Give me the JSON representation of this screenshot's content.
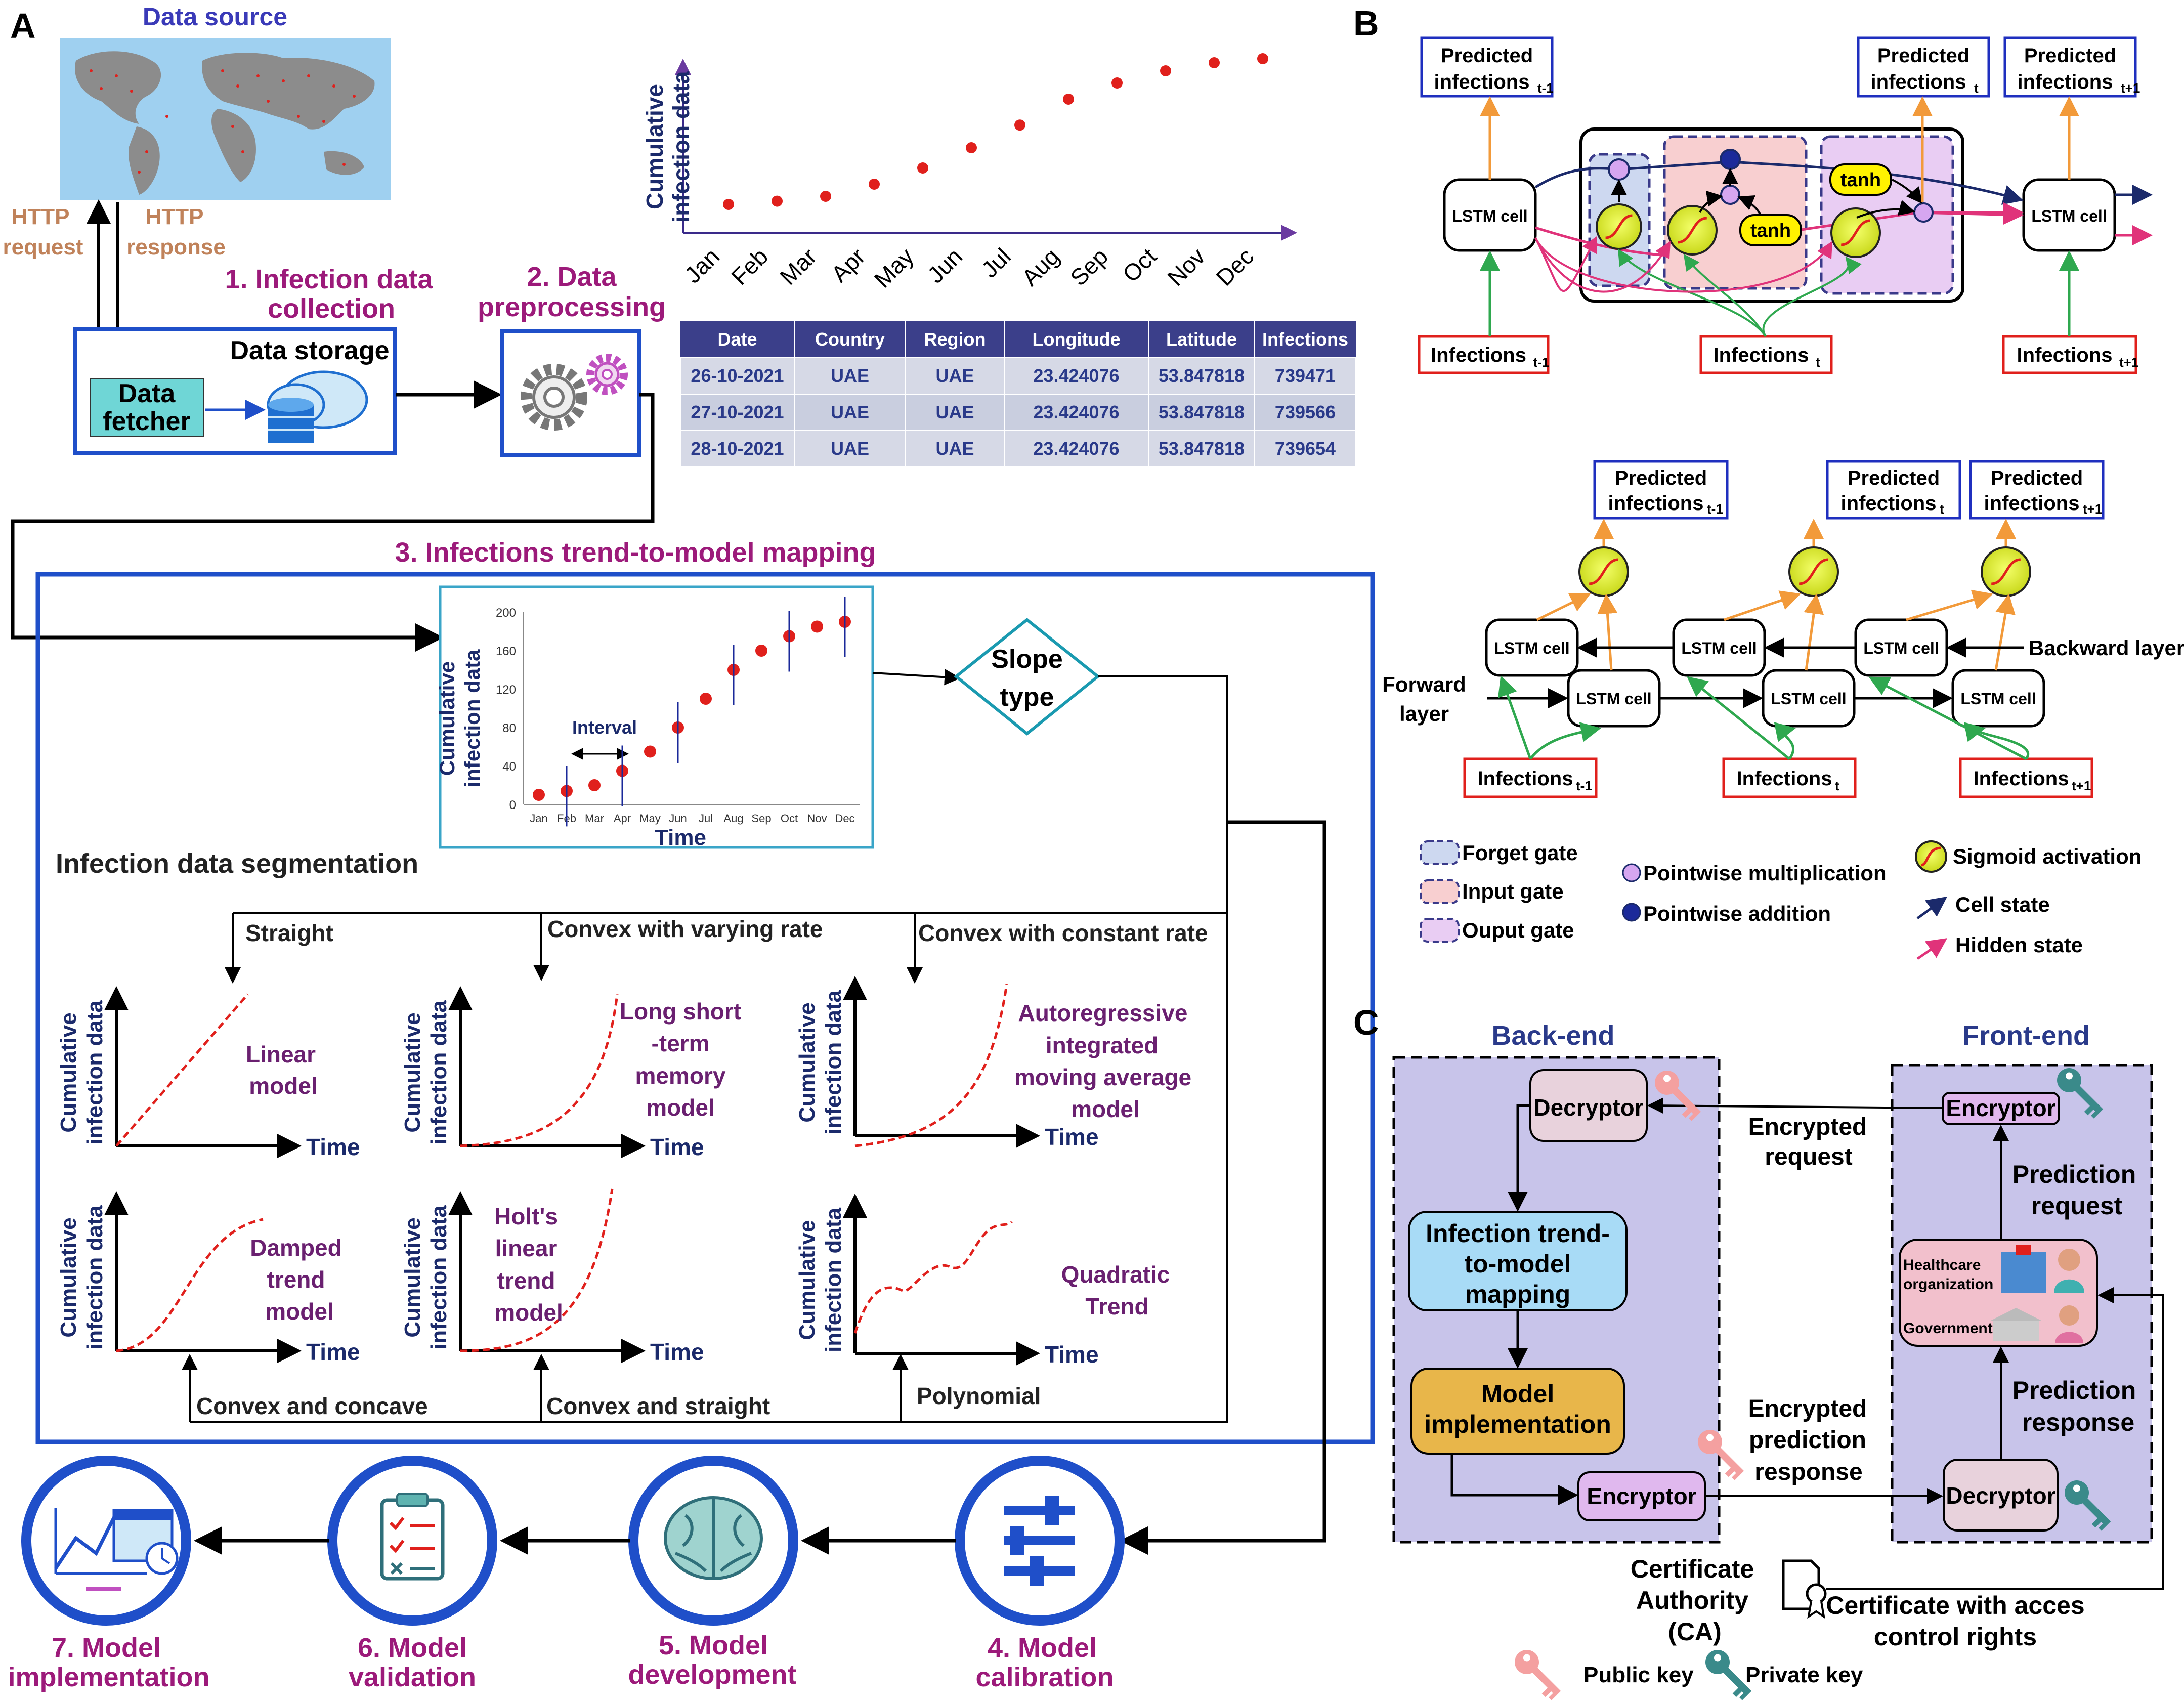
{
  "panelA": {
    "letter": "A",
    "data_source": "Data source",
    "http_request": [
      "HTTP",
      "request"
    ],
    "http_response": [
      "HTTP",
      "response"
    ],
    "step1": [
      "1. Infection data",
      "collection"
    ],
    "step2": [
      "2. Data",
      "preprocessing"
    ],
    "data_storage": "Data storage",
    "data_fetcher": [
      "Data",
      "fetcher"
    ],
    "top_chart_ylabel": [
      "Cumulative",
      "infection data"
    ],
    "table": {
      "headers": [
        "Date",
        "Country",
        "Region",
        "Longitude",
        "Latitude",
        "Infections"
      ],
      "rows": [
        [
          "26-10-2021",
          "UAE",
          "UAE",
          "23.424076",
          "53.847818",
          "739471"
        ],
        [
          "27-10-2021",
          "UAE",
          "UAE",
          "23.424076",
          "53.847818",
          "739566"
        ],
        [
          "28-10-2021",
          "UAE",
          "UAE",
          "23.424076",
          "53.847818",
          "739654"
        ]
      ]
    },
    "step3": "3. Infections trend-to-model mapping",
    "seg_title": "Infection data segmentation",
    "seg_chart": {
      "ylabel": [
        "Cumulative",
        "infection data"
      ],
      "xlabel": "Time",
      "interval": "Interval"
    },
    "slope_type": [
      "Slope",
      "type"
    ],
    "branches_top": [
      "Straight",
      "Convex with varying rate",
      "Convex with constant rate"
    ],
    "branches_bottom": [
      "Convex and concave",
      "Convex and straight",
      "Polynomial"
    ],
    "mini_ylabel": [
      "Cumulative",
      "infection data"
    ],
    "mini_xlabel": "Time",
    "models": [
      [
        "Linear",
        "model"
      ],
      [
        "Long short",
        "-term",
        "memory",
        "model"
      ],
      [
        "Autoregressive",
        "integrated",
        "moving average",
        "model"
      ],
      [
        "Damped",
        "trend",
        "model"
      ],
      [
        "Holt's",
        "linear",
        "trend",
        "model"
      ],
      [
        "Quadratic",
        "Trend"
      ]
    ],
    "steps_bottom": [
      [
        "4. Model",
        "calibration"
      ],
      [
        "5. Model",
        "development"
      ],
      [
        "6. Model",
        "validation"
      ],
      [
        "7. Model",
        "implementation"
      ]
    ]
  },
  "panelB": {
    "letter": "B",
    "predicted": "Predicted",
    "infections": "infections",
    "infections_cap": "Infections",
    "sub_t_minus": "t-1",
    "sub_t": "t",
    "sub_t_plus": "t+1",
    "lstm_cell": "LSTM cell",
    "tanh": "tanh",
    "forward_layer": [
      "Forward",
      "layer"
    ],
    "backward_layer": "Backward layer",
    "legend": {
      "forget": "Forget gate",
      "input": "Input gate",
      "output": "Ouput gate",
      "mult": "Pointwise multiplication",
      "add": "Pointwise addition",
      "sigmoid": "Sigmoid activation",
      "cell_state": "Cell state",
      "hidden_state": "Hidden state"
    }
  },
  "panelC": {
    "letter": "C",
    "backend": "Back-end",
    "frontend": "Front-end",
    "decryptor": "Decryptor",
    "encryptor": "Encryptor",
    "mapping": [
      "Infection trend-",
      "to-model",
      "mapping"
    ],
    "model_impl": [
      "Model",
      "implementation"
    ],
    "enc_request": [
      "Encrypted",
      "request"
    ],
    "enc_pred_response": [
      "Encrypted",
      "prediction",
      "response"
    ],
    "pred_request": [
      "Prediction",
      "request"
    ],
    "pred_response": [
      "Prediction",
      "response"
    ],
    "healthcare": [
      "Healthcare",
      "organization"
    ],
    "government": "Government",
    "ca": [
      "Certificate",
      "Authority",
      "(CA)"
    ],
    "cert_rights": [
      "Certificate with acces",
      "control rights"
    ],
    "public_key": "Public key",
    "private_key": "Private key"
  },
  "colors": {
    "blue_frame": "#1f4fc9",
    "purple_text": "#9c1a7a",
    "navy": "#1b2a6b",
    "red_dot": "#e0201c",
    "tan_text": "#c0825a",
    "orange_arrow": "#f29a3a",
    "green_arrow": "#2fa84f",
    "pink_arrow": "#e0337a",
    "lavender": "#c8c4ea",
    "teal_box": "#6fd6d6",
    "yellow_sigmoid": "#e7f23c"
  },
  "chart_data": [
    {
      "type": "scatter",
      "categories": [
        "Jan",
        "Feb",
        "Mar",
        "Apr",
        "May",
        "Jun",
        "Jul",
        "Aug",
        "Sep",
        "Oct",
        "Nov",
        "Dec"
      ],
      "values": [
        10,
        14,
        20,
        35,
        55,
        80,
        108,
        140,
        160,
        175,
        185,
        190
      ],
      "ylabel": "Cumulative infection data",
      "ylim": [
        0,
        200
      ]
    },
    {
      "type": "scatter",
      "categories": [
        "Jan",
        "Feb",
        "Mar",
        "Apr",
        "May",
        "Jun",
        "Jul",
        "Aug",
        "Sep",
        "Oct",
        "Nov",
        "Dec"
      ],
      "values": [
        10,
        14,
        20,
        35,
        55,
        80,
        110,
        140,
        160,
        175,
        185,
        190
      ],
      "yticks": [
        0,
        40,
        80,
        120,
        160,
        200
      ],
      "ylim": [
        0,
        200
      ],
      "xlabel": "Time",
      "ylabel": "Cumulative infection data"
    }
  ]
}
